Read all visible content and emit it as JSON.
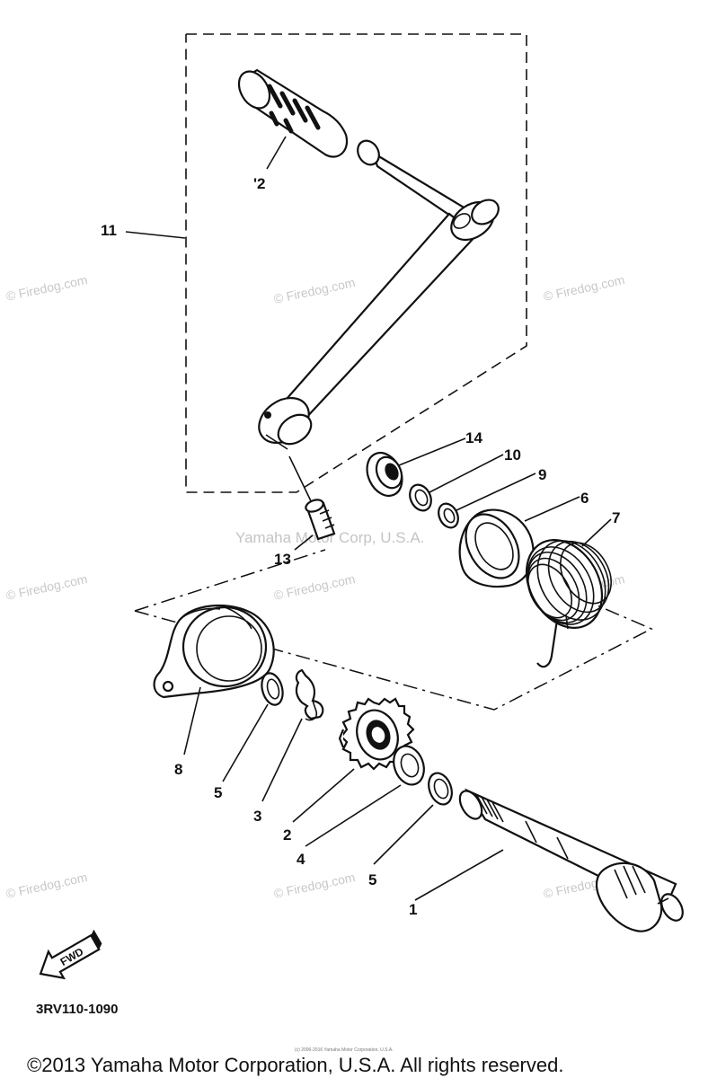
{
  "watermarks": {
    "firedog": "© Firedog.com",
    "yamaha": "Yamaha Motor Corp, U.S.A."
  },
  "labels": {
    "p1": "1",
    "p2": "2",
    "p3": "3",
    "p4": "4",
    "p5a": "5",
    "p5b": "5",
    "p6": "6",
    "p7": "7",
    "p8": "8",
    "p9": "9",
    "p10": "10",
    "p11": "11",
    "p12": "'2",
    "p13": "13",
    "p14": "14"
  },
  "diagram_code": "3RV110-1090",
  "fwd_label": "FWD",
  "fine_print": "(c) 2006-2016 Yamaha Motor Corporation, U.S.A.",
  "copyright": "©2013 Yamaha Motor Corporation, U.S.A. All rights reserved."
}
